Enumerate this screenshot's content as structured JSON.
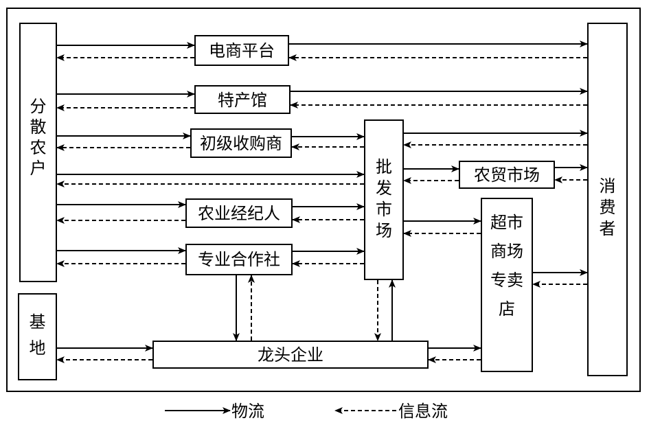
{
  "nodes": {
    "farmers": "分散农户",
    "base": "基地",
    "ecommerce": "电商平台",
    "specialty_store": "特产馆",
    "primary_buyer": "初级收购商",
    "agri_broker": "农业经纪人",
    "coop": "专业合作社",
    "leading_enterprise": "龙头企业",
    "wholesale_market": "批发市场",
    "farm_market": "农贸市场",
    "supermarket": "超市商场专卖店",
    "consumers": "消费者"
  },
  "legend": {
    "logistics": "物流",
    "information": "信息流"
  },
  "colors": {
    "line": "#000000",
    "background": "#ffffff"
  },
  "edges": [
    {
      "from": "farmers",
      "to": "ecommerce",
      "type": "logistics"
    },
    {
      "from": "ecommerce",
      "to": "farmers",
      "type": "information"
    },
    {
      "from": "ecommerce",
      "to": "consumers",
      "type": "logistics"
    },
    {
      "from": "consumers",
      "to": "ecommerce",
      "type": "information"
    },
    {
      "from": "farmers",
      "to": "specialty_store",
      "type": "logistics"
    },
    {
      "from": "specialty_store",
      "to": "farmers",
      "type": "information"
    },
    {
      "from": "specialty_store",
      "to": "consumers",
      "type": "logistics"
    },
    {
      "from": "consumers",
      "to": "specialty_store",
      "type": "information"
    },
    {
      "from": "farmers",
      "to": "primary_buyer",
      "type": "logistics"
    },
    {
      "from": "primary_buyer",
      "to": "farmers",
      "type": "information"
    },
    {
      "from": "primary_buyer",
      "to": "wholesale_market",
      "type": "logistics"
    },
    {
      "from": "wholesale_market",
      "to": "primary_buyer",
      "type": "information"
    },
    {
      "from": "farmers",
      "to": "wholesale_market",
      "type": "logistics"
    },
    {
      "from": "wholesale_market",
      "to": "farmers",
      "type": "information"
    },
    {
      "from": "farmers",
      "to": "agri_broker",
      "type": "logistics"
    },
    {
      "from": "agri_broker",
      "to": "farmers",
      "type": "information"
    },
    {
      "from": "agri_broker",
      "to": "wholesale_market",
      "type": "logistics"
    },
    {
      "from": "wholesale_market",
      "to": "agri_broker",
      "type": "information"
    },
    {
      "from": "farmers",
      "to": "coop",
      "type": "logistics"
    },
    {
      "from": "coop",
      "to": "farmers",
      "type": "information"
    },
    {
      "from": "coop",
      "to": "wholesale_market",
      "type": "logistics"
    },
    {
      "from": "wholesale_market",
      "to": "coop",
      "type": "information"
    },
    {
      "from": "coop",
      "to": "leading_enterprise",
      "type": "logistics"
    },
    {
      "from": "leading_enterprise",
      "to": "coop",
      "type": "information"
    },
    {
      "from": "leading_enterprise",
      "to": "wholesale_market",
      "type": "logistics"
    },
    {
      "from": "wholesale_market",
      "to": "leading_enterprise",
      "type": "information"
    },
    {
      "from": "base",
      "to": "leading_enterprise",
      "type": "logistics"
    },
    {
      "from": "leading_enterprise",
      "to": "base",
      "type": "information"
    },
    {
      "from": "leading_enterprise",
      "to": "supermarket",
      "type": "logistics"
    },
    {
      "from": "supermarket",
      "to": "leading_enterprise",
      "type": "information"
    },
    {
      "from": "wholesale_market",
      "to": "consumers",
      "type": "logistics"
    },
    {
      "from": "consumers",
      "to": "wholesale_market",
      "type": "information"
    },
    {
      "from": "wholesale_market",
      "to": "farm_market",
      "type": "logistics"
    },
    {
      "from": "farm_market",
      "to": "wholesale_market",
      "type": "information"
    },
    {
      "from": "farm_market",
      "to": "consumers",
      "type": "logistics"
    },
    {
      "from": "consumers",
      "to": "farm_market",
      "type": "information"
    },
    {
      "from": "wholesale_market",
      "to": "supermarket",
      "type": "logistics"
    },
    {
      "from": "supermarket",
      "to": "wholesale_market",
      "type": "information"
    },
    {
      "from": "supermarket",
      "to": "consumers",
      "type": "logistics"
    },
    {
      "from": "consumers",
      "to": "supermarket",
      "type": "information"
    }
  ]
}
